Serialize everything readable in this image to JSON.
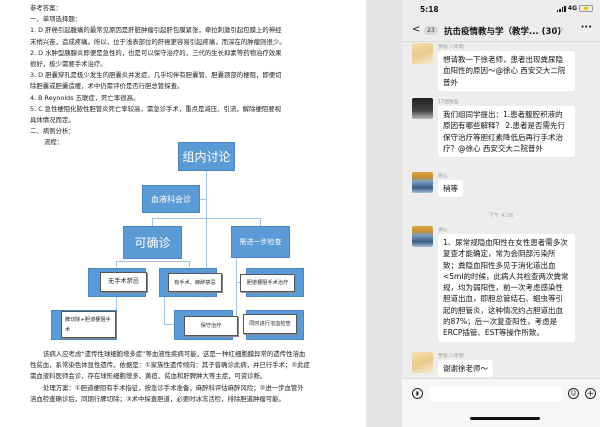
{
  "document": {
    "heading": "参考答案：",
    "section1": "一、单项选择题：",
    "answers": [
      {
        "line1": "1. D 肝癌引起腹痛的最常见原因是肝脏肿瘤引起肝包膜紧张，牵拉刺激引起包膜上的神经",
        "line2": "末梢兴奋，造成疼痛。所以，位于浅表部位的肝癌更容易引起疼痛，而深在的肿瘤则很少。"
      },
      {
        "line1": "2. D 水肿型胰腺炎即便是急性的，也是可以保守治疗的，三代的生长抑素等药物治疗效果",
        "line2": "很好，极少需要手术治疗。"
      },
      {
        "line1": "3. D 胆囊穿孔是极少发生的胆囊炎并发症，几乎均伴有胆囊管、胆囊颈部的梗阻，即便切",
        "line2": "除胆囊或胆囊造瘘，术中仍需评价是否行胆总管探查。"
      },
      {
        "line1": "4. B Reynolds 五联症，死亡率很高。",
        "line2": ""
      },
      {
        "line1": "5. C 急性梗阻化脓性胆管炎死亡率较高，需急诊手术，重点是减压、引流，解除梗阻要视",
        "line2": "具体情况而定。"
      }
    ],
    "section2": "二、病例分析：",
    "flow_label": "流程：",
    "flowchart": {
      "root": "组内讨论",
      "consult": "血液科会诊",
      "confirm": "可确诊",
      "further": "需进一步检查",
      "no_contra": "无手术禁忌",
      "has_contra": "有手术、麻醉禁忌",
      "splenectomy": "脾切除+胆道梗阻手术",
      "conservative": "保守治疗",
      "biliary": "胆道梗阻手术治疗",
      "hemo_check": "同时进行溶血检查"
    },
    "analysis": [
      "该病人应考虑“遗传性球细胞增多症”等血液性疾病可能，这是一种红细胞膜异常的遗传性溶血性贫血，系常染色体显性遗传。依据是：①家族性遗传倾向：其子曾确诊此病，并已行手术；②此症需血液科医师会诊，存在球形细胞增多、黄疸、贫血和肝脾肿大等主症，可资诊断。",
      "处理方案：①胆道梗阻有手术指征，按急诊手术准备，麻醉科评估麻醉风险；②进一步血管外溶血检查确诊后，同期行脾切除；③术中探查胆道，必要时冰冻活检，排除胆道肿瘤可能。"
    ]
  },
  "phone": {
    "status": {
      "time": "5:18",
      "network": "4G"
    },
    "nav": {
      "back": "<",
      "unread": "23",
      "title": "抗击疫情教与学（教学...",
      "members": "(30)",
      "more": "···"
    },
    "messages": [
      {
        "sender": "贾韬 八年制",
        "text": "想请教一下徐老师，患者出现粪尿隐血阳性的原因～@徐心 西安交大二院普外"
      },
      {
        "sender": "17组张盈",
        "text": "我们组同学提出：1.患者腹腔积液的原因有哪些解释？ 2.患者是否需先行保守治疗等胆红素降低后再行手术治疗？@徐心 西安交大二院普外"
      },
      {
        "sender": "徐心",
        "text": "稍等"
      },
      {
        "sender": "徐心",
        "text": "1、尿常规隐血阳性在女性患者需多次复查才能确定，常为会阴部污染所致；粪隐血阳性多见于消化道出血<5ml的时候，此病人共检查两次粪常规，均为弱阳性，前一次考虑感染性胆道出血，即胆总管结石、蛔虫等引起的胆管炎，这种情况约占胆道出血的87%；后一次复查阳性，考虑是ERCP插管、EST等操作所致。"
      },
      {
        "sender": "贾韬 八年制",
        "text": "谢谢徐老师～"
      }
    ],
    "timestamp": "下午 4:06",
    "input": {
      "placeholder": ""
    }
  }
}
